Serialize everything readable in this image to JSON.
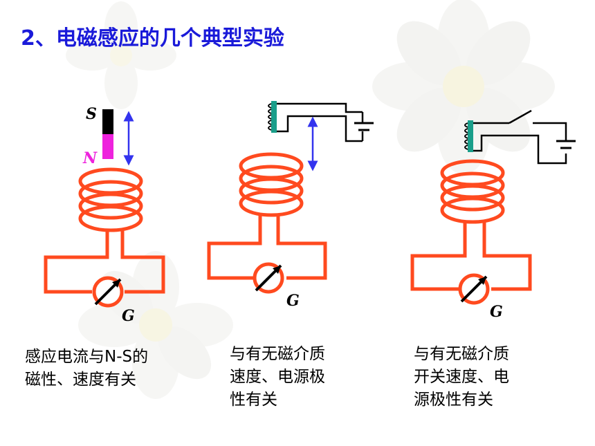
{
  "title": "2、电磁感应的几个典型实验",
  "experiments": [
    {
      "magnet_top_label": "S",
      "magnet_bottom_label": "N",
      "meter_label": "G",
      "caption_lines": [
        "感应电流与N-S的",
        "磁性、速度有关"
      ]
    },
    {
      "meter_label": "G",
      "caption_lines": [
        "与有无磁介质",
        "速度、电源极",
        "性有关"
      ]
    },
    {
      "meter_label": "G",
      "caption_lines": [
        "与有无磁介质",
        "开关速度、电",
        "源极性有关"
      ]
    }
  ],
  "colors": {
    "title": "#1a1ad9",
    "coil": "#ff4a1f",
    "arrow": "#3333ee",
    "magnet_south": "#000000",
    "magnet_north": "#ee22dd",
    "core": "#1a9e8a",
    "wire": "#000000"
  }
}
